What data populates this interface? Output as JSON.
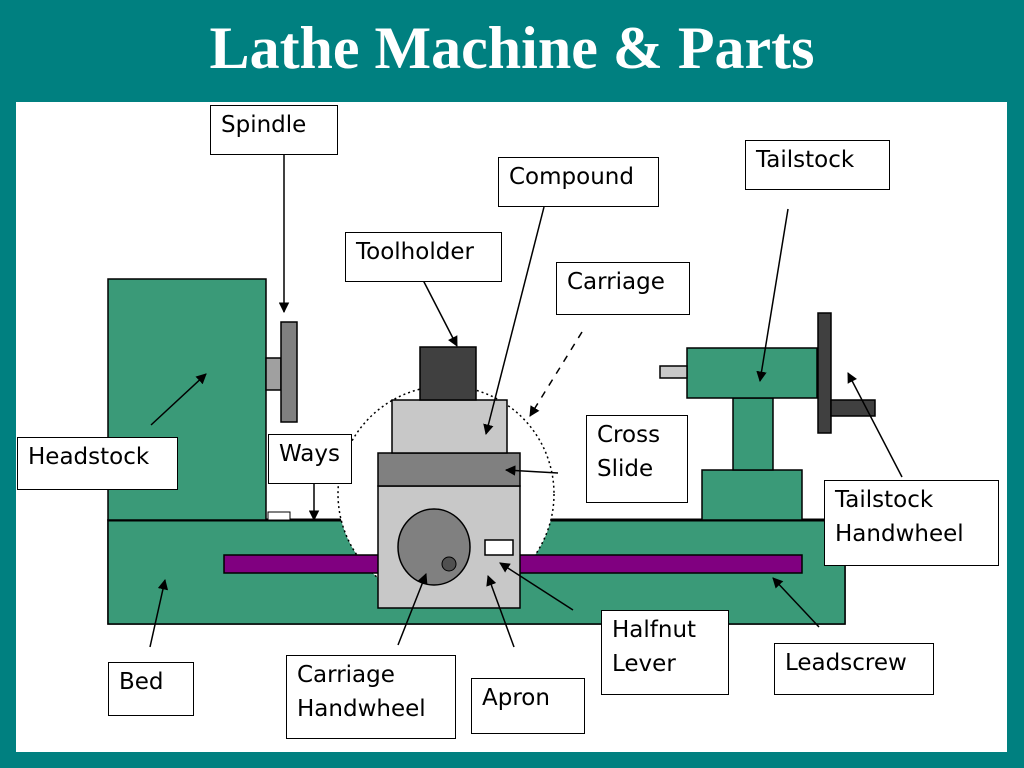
{
  "title": "Lathe Machine & Parts",
  "labels": {
    "spindle": "Spindle",
    "compound": "Compound",
    "tailstock": "Tailstock",
    "toolholder": "Toolholder",
    "carriage": "Carriage",
    "headstock": "Headstock",
    "ways": "Ways",
    "cross_slide": "Cross\nSlide",
    "tailstock_handwheel": "Tailstock\nHandwheel",
    "halfnut_lever": "Halfnut\nLever",
    "leadscrew": "Leadscrew",
    "bed": "Bed",
    "carriage_handwheel": "Carriage\nHandwheel",
    "apron": "Apron"
  },
  "colors": {
    "background": "#008080",
    "machine_green": "#3a9a78",
    "slide_gray": "#c8c8c8",
    "dark_gray": "#808080",
    "toolholder": "#404040",
    "leadscrew": "#800080"
  }
}
